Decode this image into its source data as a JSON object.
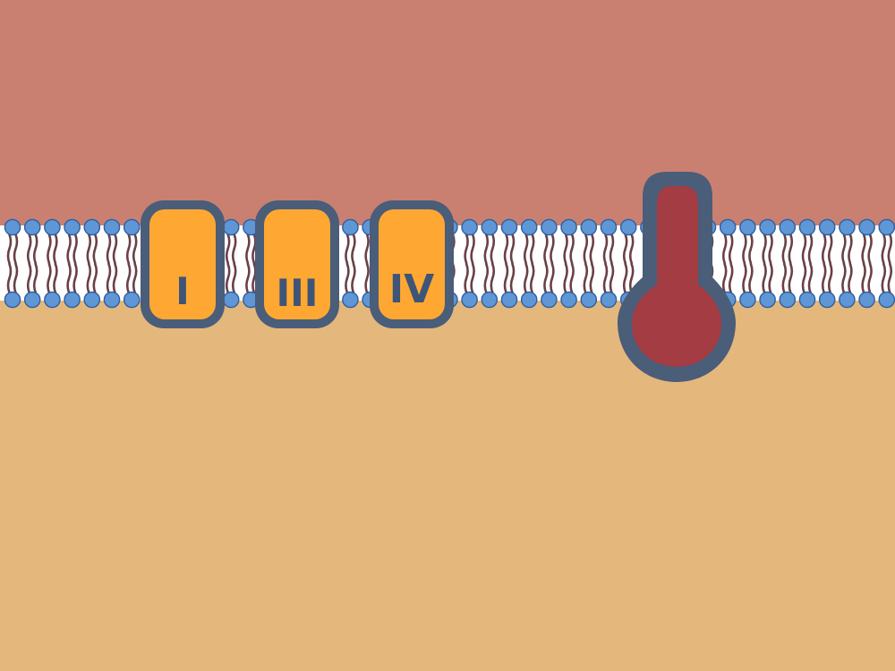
{
  "diagram": {
    "colors": {
      "outer_space": "#c98071",
      "inner_space": "#e4b77d",
      "bilayer_background": "#ffffff",
      "lipid_head": "#5f96d6",
      "lipid_head_stroke": "#2f5f9e",
      "lipid_tail": "#6a4047",
      "protein_border": "#4a5d79",
      "complex_fill": "#fea833",
      "atp_synthase_fill": "#a43c43",
      "label_text": "#3e5577"
    },
    "complexes": [
      {
        "id": "complex-i",
        "label": "I"
      },
      {
        "id": "complex-iii",
        "label": "III"
      },
      {
        "id": "complex-iv",
        "label": "IV"
      }
    ],
    "atp_synthase": {
      "id": "atp-synthase",
      "shape": "thermometer-shaped head with stalk"
    }
  }
}
